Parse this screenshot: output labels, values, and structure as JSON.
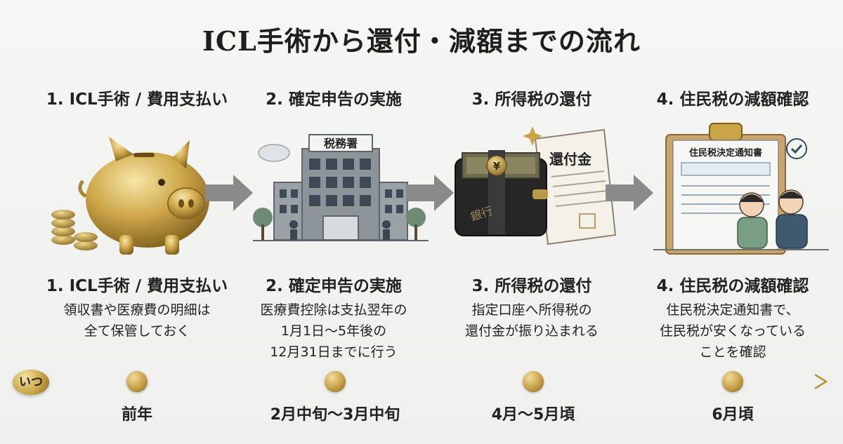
{
  "title": "ICL手術から還付・減額までの流れ",
  "steps": [
    {
      "head": "1. ICL手術 / 費用支払い",
      "desc_title": "1. ICL手術 / 費用支払い",
      "desc_lines": [
        "領収書や医療費の明細は",
        "全て保管しておく"
      ],
      "icon": "piggy-bank-icon"
    },
    {
      "head": "2. 確定申告の実施",
      "desc_title": "2. 確定申告の実施",
      "desc_lines": [
        "医療費控除は支払翌年の",
        "1月1日〜5年後の",
        "12月31日までに行う"
      ],
      "icon": "tax-office-icon",
      "sign": "税務署"
    },
    {
      "head": "3. 所得税の還付",
      "desc_title": "3. 所得税の還付",
      "desc_lines": [
        "指定口座へ所得税の",
        "還付金が振り込まれる"
      ],
      "icon": "wallet-refund-icon",
      "doc_label": "還付金",
      "bank_label": "銀行"
    },
    {
      "head": "4. 住民税の減額確認",
      "desc_title": "4. 住民税の減額確認",
      "desc_lines": [
        "住民税決定通知書で、",
        "住民税が安くなっている",
        "ことを確認"
      ],
      "icon": "notice-clipboard-icon",
      "doc_label": "住民税決定通知書"
    }
  ],
  "timeline": {
    "label": "いつ",
    "points": [
      "前年",
      "2月中旬〜3月中旬",
      "4月〜5月頃",
      "6月頃"
    ]
  },
  "colors": {
    "gold": "#c9a548",
    "arrow": "#8a8a8a",
    "text": "#222222",
    "building": "#8c9399",
    "check": "#2f4e5c"
  }
}
